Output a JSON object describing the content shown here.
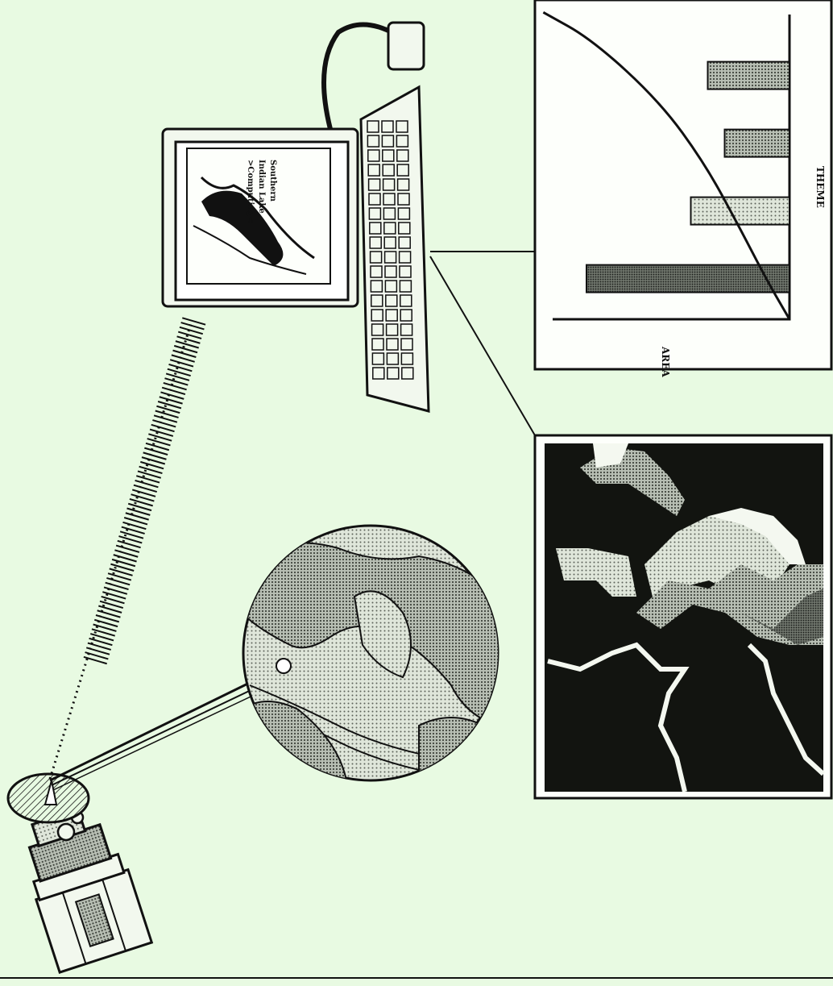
{
  "colors": {
    "background": "#e8fae2",
    "ink": "#111111",
    "stipple_light": "#c9cfc6",
    "stipple_mid": "#9aa098",
    "stipple_dark": "#6f756d"
  },
  "monitor_map": {
    "label_lines": [
      "Southern",
      "Indian Lake",
      ">Computing<"
    ]
  },
  "chart": {
    "xlabel": "THEME",
    "ylabel": "AREA"
  },
  "chart_data": {
    "type": "bar",
    "categories": [
      "",
      "",
      "",
      ""
    ],
    "values": [
      72,
      35,
      23,
      29
    ],
    "xlabel": "THEME",
    "ylabel": "AREA",
    "ylim": [
      0,
      80
    ],
    "curve": [
      [
        0,
        0
      ],
      [
        0.5,
        8
      ],
      [
        1.2,
        18
      ],
      [
        2.0,
        30
      ],
      [
        2.8,
        46
      ],
      [
        3.6,
        70
      ],
      [
        3.95,
        96
      ]
    ]
  }
}
